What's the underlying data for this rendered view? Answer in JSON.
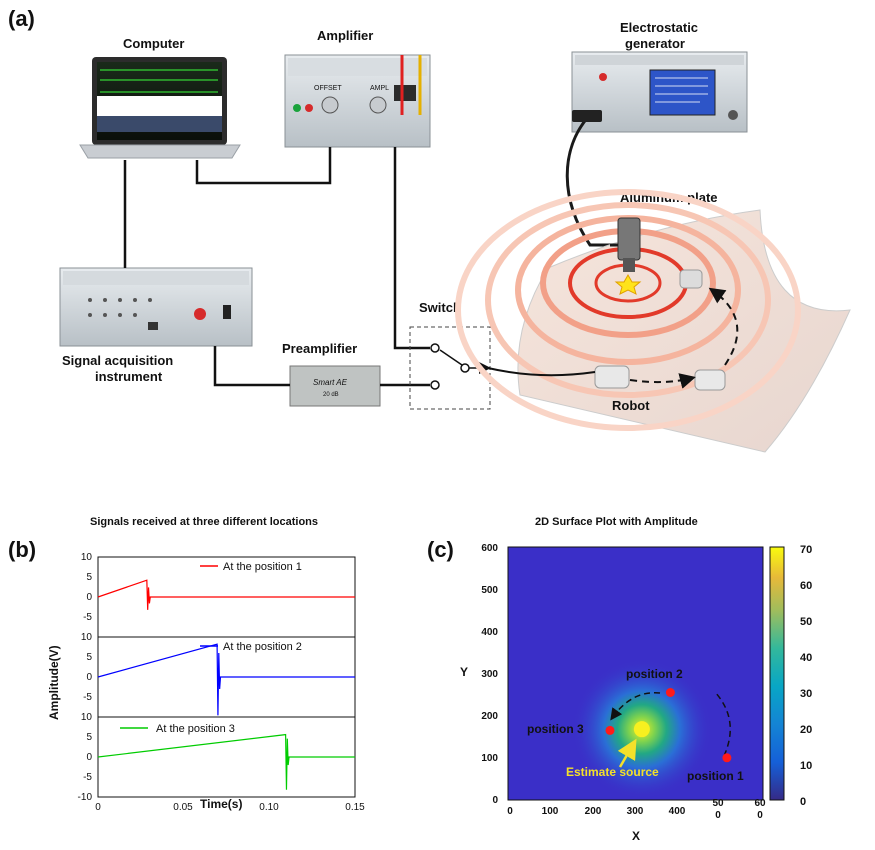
{
  "panel_a": {
    "tag": "(a)",
    "labels": {
      "computer": "Computer",
      "amplifier": "Amplifier",
      "electrostatic_1": "Electrostatic",
      "electrostatic_2": "generator",
      "aluminum": "Aluminum plate",
      "switch": "Switch",
      "preamplifier": "Preamplifier",
      "acq_1": "Signal acquisition",
      "acq_2": "instrument",
      "robot": "Robot"
    },
    "amp_panel": {
      "offset": "OFFSET",
      "ampl": "AMPL"
    },
    "preamp_panel": {
      "line1": "Smart AE",
      "line2": "20 dB"
    }
  },
  "panel_b": {
    "tag": "(b)",
    "title": "Signals received at three different locations",
    "ylabel": "Amplitude(V)",
    "xlabel": "Time(s)",
    "xticks": [
      "0",
      "0.05",
      "0.10",
      "0.15"
    ],
    "yticks_top": [
      "10",
      "5",
      "0",
      "-5"
    ],
    "yticks_mid": [
      "10",
      "5",
      "0",
      "-5"
    ],
    "yticks_bot": [
      "10",
      "5",
      "0",
      "-5",
      "-10"
    ],
    "legends": [
      "At the position 1",
      "At the position 2",
      "At the position 3"
    ]
  },
  "panel_c": {
    "tag": "(c)",
    "title": "2D Surface Plot with Amplitude",
    "xlabel": "X",
    "ylabel": "Y",
    "xticks": [
      "0",
      "100",
      "200",
      "300",
      "400"
    ],
    "xtick_500_a": "50",
    "xtick_500_b": "0",
    "xtick_600_a": "60",
    "xtick_600_b": "0",
    "yticks": [
      "0",
      "100",
      "200",
      "300",
      "400",
      "500",
      "600"
    ],
    "colorbar_ticks": [
      "70",
      "60",
      "50",
      "40",
      "30",
      "20",
      "10",
      "0"
    ],
    "annotations": {
      "position1": "position 1",
      "position2": "position 2",
      "position3": "position 3",
      "source": "Estimate source"
    }
  },
  "chart_data": [
    {
      "type": "line",
      "title": "Signals received at three different locations",
      "xlabel": "Time(s)",
      "ylabel": "Amplitude(V)",
      "xlim": [
        0,
        0.15
      ],
      "ylim": [
        -10,
        10
      ],
      "series": [
        {
          "name": "At the position 1",
          "color": "#ff0000",
          "x": [
            0,
            0.0285,
            0.029,
            0.0295,
            0.03,
            0.0305,
            0.15
          ],
          "y": [
            0,
            4.2,
            -3.2,
            2.4,
            -1.6,
            0,
            0
          ]
        },
        {
          "name": "At the position 2",
          "color": "#0000ff",
          "x": [
            0,
            0.0695,
            0.07,
            0.0705,
            0.071,
            0.0715,
            0.15
          ],
          "y": [
            0,
            8.2,
            -9.6,
            6.0,
            -3.0,
            0,
            0
          ]
        },
        {
          "name": "At the position 3",
          "color": "#00cc00",
          "x": [
            0,
            0.1095,
            0.11,
            0.1105,
            0.111,
            0.1115,
            0.15
          ],
          "y": [
            0,
            5.6,
            -8.2,
            4.6,
            -2.0,
            0,
            0
          ]
        }
      ]
    },
    {
      "type": "heatmap",
      "title": "2D Surface Plot with Amplitude",
      "xlabel": "X",
      "ylabel": "Y",
      "xlim": [
        0,
        600
      ],
      "ylim": [
        0,
        600
      ],
      "colorbar_range": [
        0,
        70
      ],
      "source_estimate": {
        "x": 315,
        "y": 168,
        "value": 70
      },
      "points": [
        {
          "name": "position 1",
          "x": 515,
          "y": 100
        },
        {
          "name": "position 2",
          "x": 382,
          "y": 255
        },
        {
          "name": "position 3",
          "x": 240,
          "y": 165
        }
      ]
    }
  ]
}
